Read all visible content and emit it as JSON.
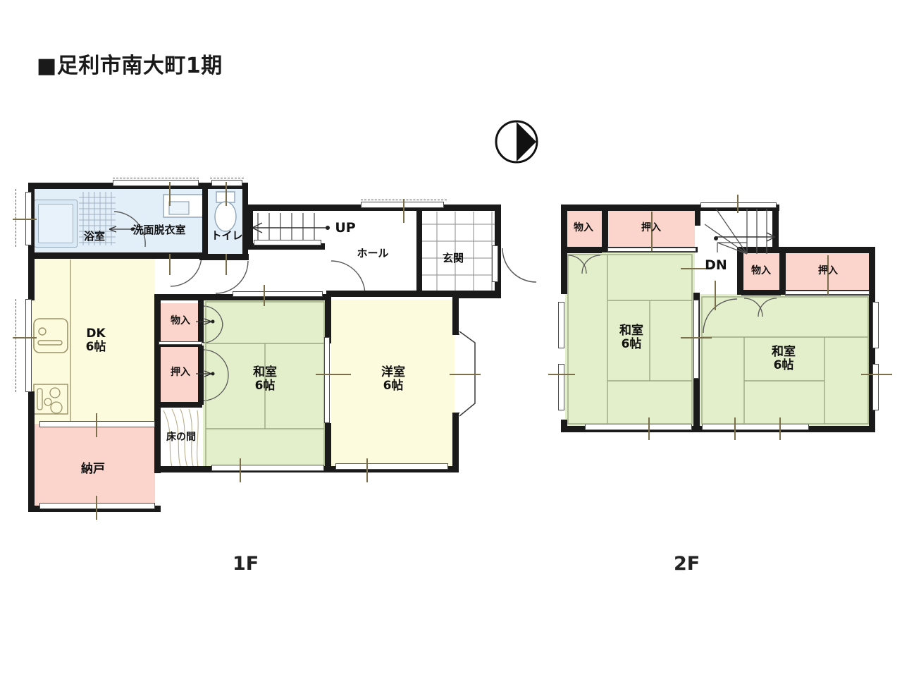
{
  "title": "■足利市南大町1期",
  "compass": {
    "name": "north-arrow"
  },
  "floors": [
    {
      "id": "1F",
      "caption": "1F"
    },
    {
      "id": "2F",
      "caption": "2F"
    }
  ],
  "floor1": {
    "caption": "1F",
    "rooms": [
      {
        "key": "bath",
        "label": "浴室",
        "sub": "",
        "fill": "#E2EFF9"
      },
      {
        "key": "washroom",
        "label": "洗面脱衣室",
        "sub": "",
        "fill": "#E2EFF9"
      },
      {
        "key": "toilet",
        "label": "トイレ",
        "sub": "",
        "fill": "#E2EFF9"
      },
      {
        "key": "hall",
        "label": "ホール",
        "sub": "",
        "fill": "#FFFFFF"
      },
      {
        "key": "entrance",
        "label": "玄関",
        "sub": "",
        "fill": "#FFFFFF"
      },
      {
        "key": "stairs_up",
        "label": "UP",
        "sub": "",
        "fill": "#FFFFFF"
      },
      {
        "key": "dk",
        "label": "DK",
        "sub": "6帖",
        "fill": "#FDFBDE"
      },
      {
        "key": "nando",
        "label": "納戸",
        "sub": "",
        "fill": "#FBD5CC"
      },
      {
        "key": "closet_mono",
        "label": "物入",
        "sub": "",
        "fill": "#FBD5CC"
      },
      {
        "key": "closet_oshi",
        "label": "押入",
        "sub": "",
        "fill": "#FBD5CC"
      },
      {
        "key": "tokonoma",
        "label": "床の間",
        "sub": "",
        "fill": "#FFFFFF"
      },
      {
        "key": "washitsu",
        "label": "和室",
        "sub": "6帖",
        "fill": "#E3EECB"
      },
      {
        "key": "yoshitsu",
        "label": "洋室",
        "sub": "6帖",
        "fill": "#FDFBDE"
      }
    ]
  },
  "floor2": {
    "caption": "2F",
    "rooms": [
      {
        "key": "closet_mono_l",
        "label": "物入",
        "sub": "",
        "fill": "#FBD5CC"
      },
      {
        "key": "closet_oshi_l",
        "label": "押入",
        "sub": "",
        "fill": "#FBD5CC"
      },
      {
        "key": "stairs_dn",
        "label": "DN",
        "sub": "",
        "fill": "#FFFFFF"
      },
      {
        "key": "closet_mono_r",
        "label": "物入",
        "sub": "",
        "fill": "#FBD5CC"
      },
      {
        "key": "closet_oshi_r",
        "label": "押入",
        "sub": "",
        "fill": "#FBD5CC"
      },
      {
        "key": "washitsu_l",
        "label": "和室",
        "sub": "6帖",
        "fill": "#E3EECB"
      },
      {
        "key": "washitsu_r",
        "label": "和室",
        "sub": "6帖",
        "fill": "#E3EECB"
      }
    ]
  },
  "colors": {
    "wall": "#1a1a1a",
    "yellow": "#FDFBDE",
    "green": "#E3EECB",
    "pink": "#FBD5CC",
    "blue": "#E2EFF9",
    "text": "#111111",
    "background": "#FFFFFF"
  }
}
